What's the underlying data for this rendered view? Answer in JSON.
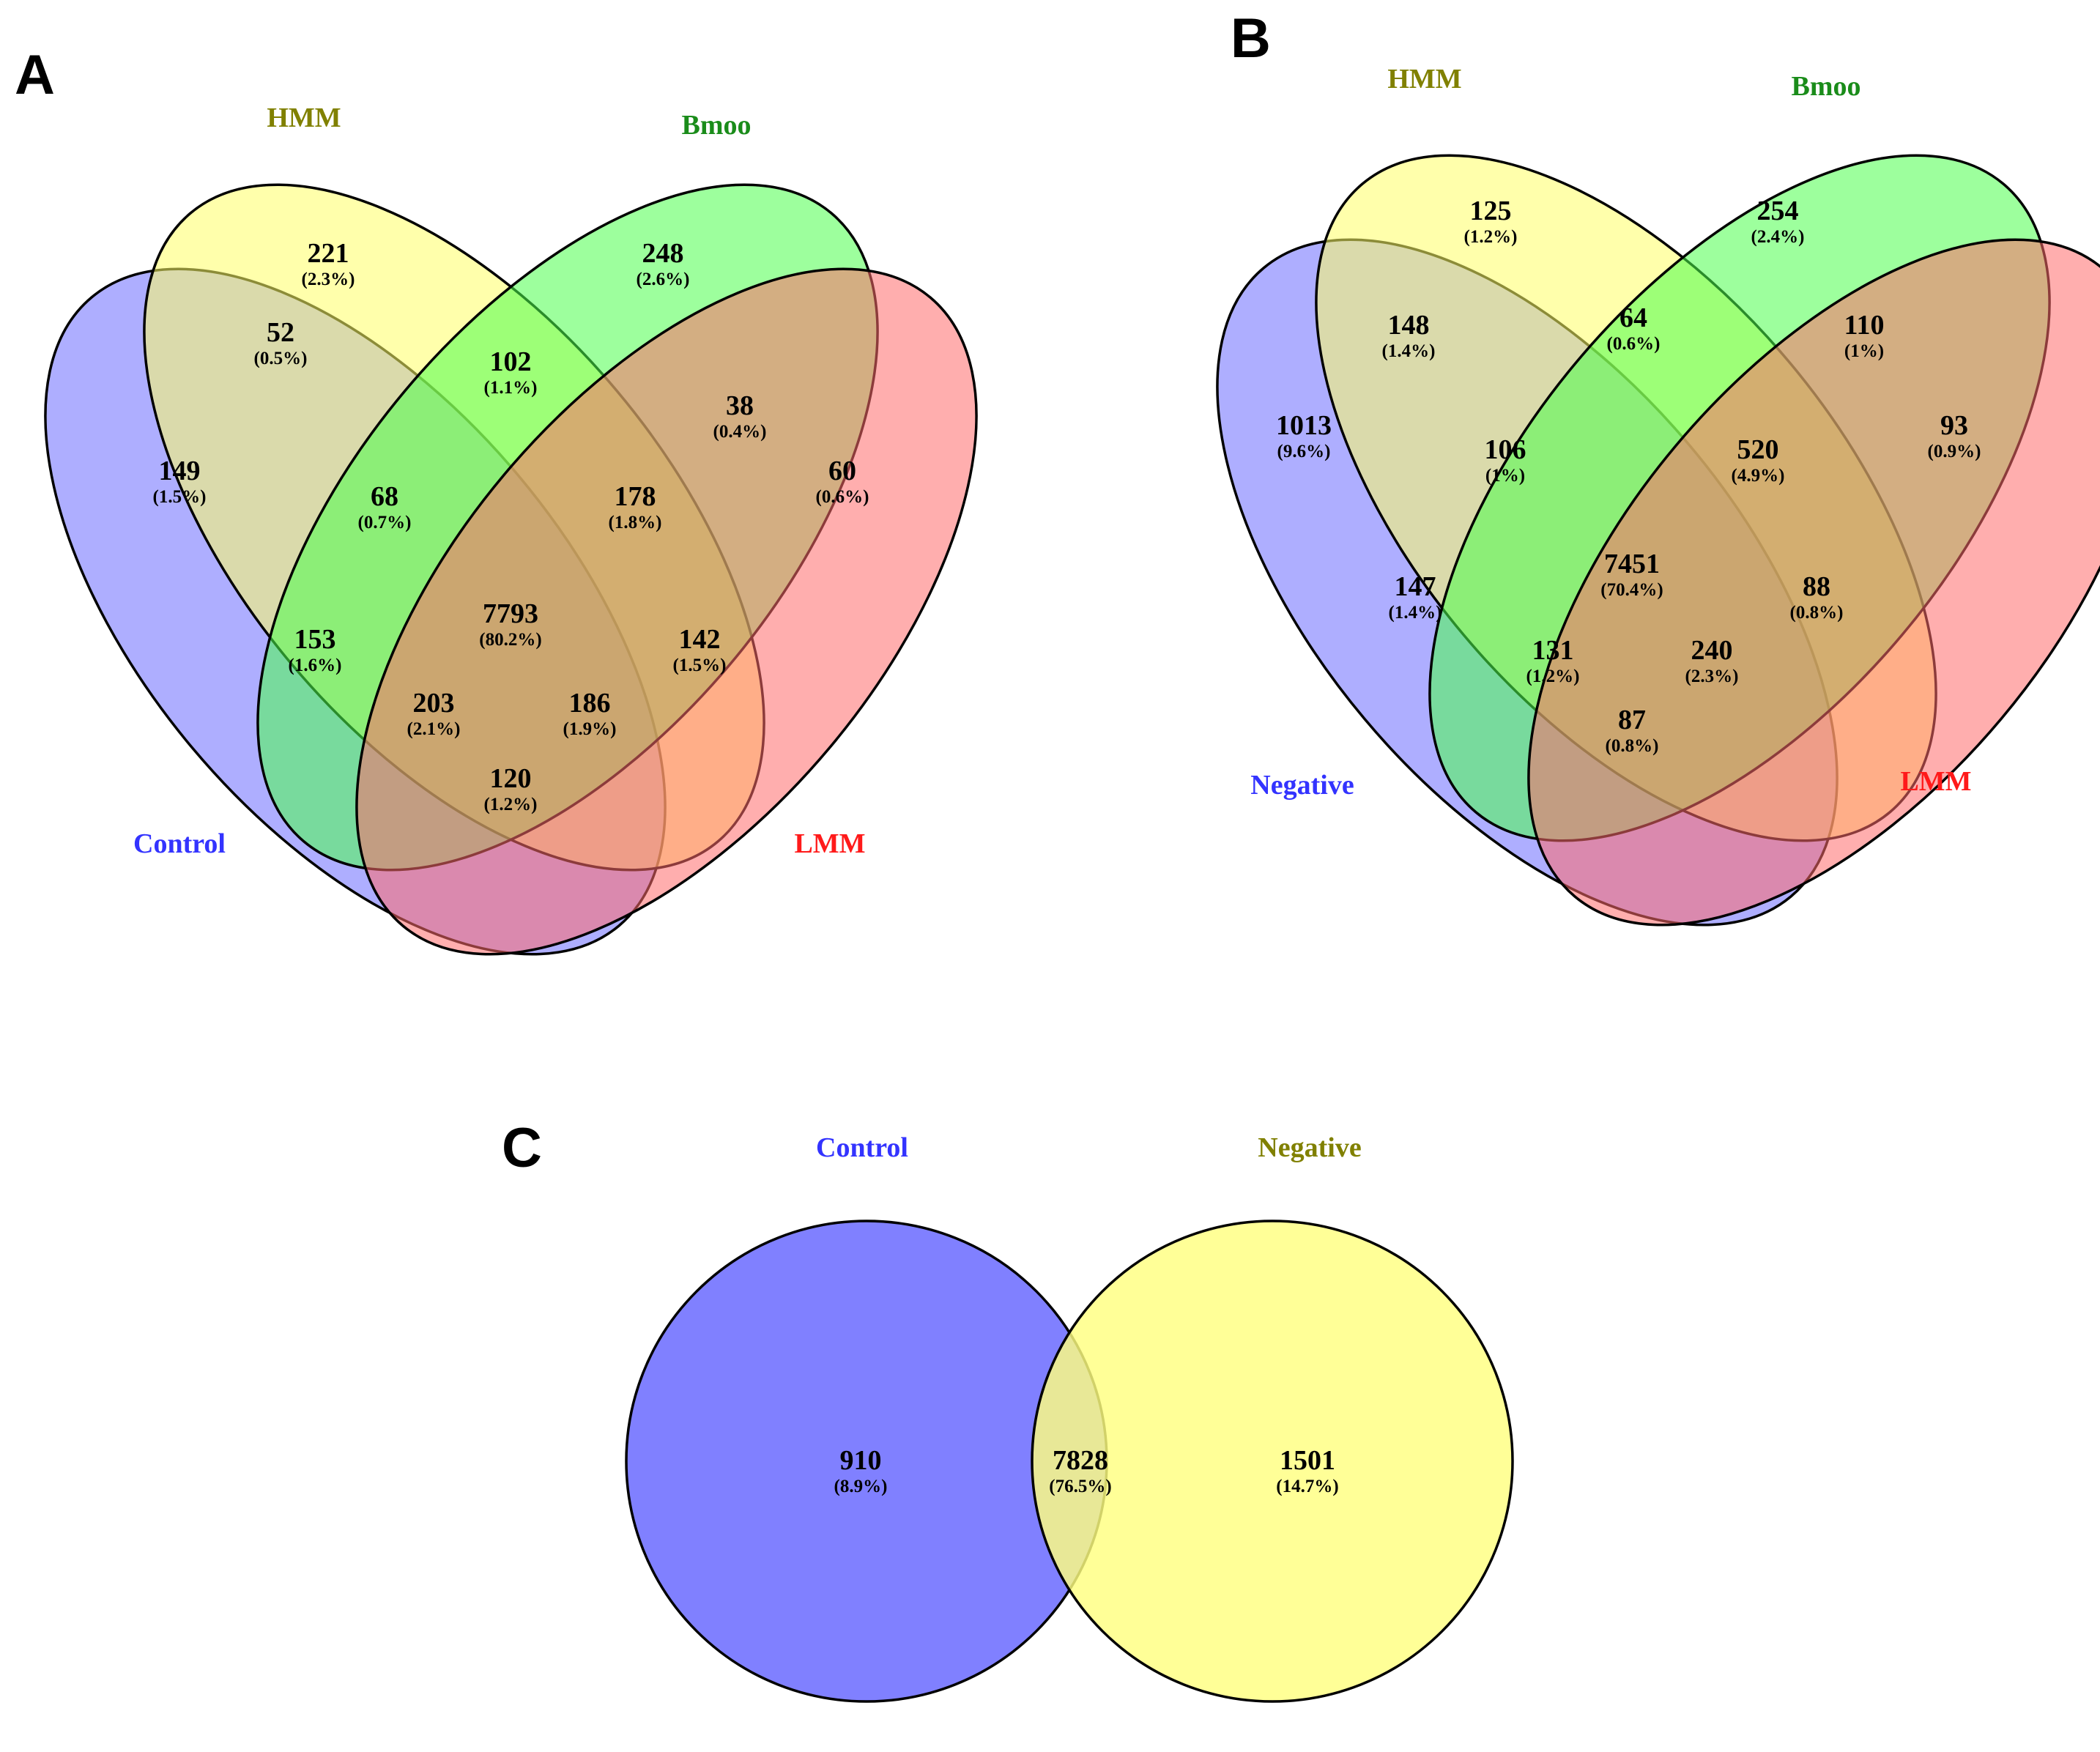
{
  "panels": [
    {
      "letter": "A",
      "sets": [
        {
          "name": "Control",
          "color": "#3333ff"
        },
        {
          "name": "HMM",
          "color": "#808000"
        },
        {
          "name": "Bmoo",
          "color": "#1a8c1a"
        },
        {
          "name": "LMM",
          "color": "#ff1a1a"
        }
      ],
      "fills": [
        "#6b6bff",
        "#ffff66",
        "#4dff4d",
        "#ff6b6b"
      ],
      "regions": [
        {
          "count": "221",
          "pct": "(2.3%)"
        },
        {
          "count": "248",
          "pct": "(2.6%)"
        },
        {
          "count": "52",
          "pct": "(0.5%)"
        },
        {
          "count": "102",
          "pct": "(1.1%)"
        },
        {
          "count": "38",
          "pct": "(0.4%)"
        },
        {
          "count": "149",
          "pct": "(1.5%)"
        },
        {
          "count": "68",
          "pct": "(0.7%)"
        },
        {
          "count": "178",
          "pct": "(1.8%)"
        },
        {
          "count": "60",
          "pct": "(0.6%)"
        },
        {
          "count": "7793",
          "pct": "(80.2%)"
        },
        {
          "count": "153",
          "pct": "(1.6%)"
        },
        {
          "count": "142",
          "pct": "(1.5%)"
        },
        {
          "count": "203",
          "pct": "(2.1%)"
        },
        {
          "count": "186",
          "pct": "(1.9%)"
        },
        {
          "count": "120",
          "pct": "(1.2%)"
        }
      ]
    },
    {
      "letter": "B",
      "sets": [
        {
          "name": "Negative",
          "color": "#3333ff"
        },
        {
          "name": "HMM",
          "color": "#808000"
        },
        {
          "name": "Bmoo",
          "color": "#1a8c1a"
        },
        {
          "name": "LMM",
          "color": "#ff1a1a"
        }
      ],
      "fills": [
        "#6b6bff",
        "#ffff66",
        "#4dff4d",
        "#ff6b6b"
      ],
      "regions": [
        {
          "count": "125",
          "pct": "(1.2%)"
        },
        {
          "count": "254",
          "pct": "(2.4%)"
        },
        {
          "count": "148",
          "pct": "(1.4%)"
        },
        {
          "count": "64",
          "pct": "(0.6%)"
        },
        {
          "count": "110",
          "pct": "(1%)"
        },
        {
          "count": "1013",
          "pct": "(9.6%)"
        },
        {
          "count": "106",
          "pct": "(1%)"
        },
        {
          "count": "520",
          "pct": "(4.9%)"
        },
        {
          "count": "93",
          "pct": "(0.9%)"
        },
        {
          "count": "7451",
          "pct": "(70.4%)"
        },
        {
          "count": "147",
          "pct": "(1.4%)"
        },
        {
          "count": "88",
          "pct": "(0.8%)"
        },
        {
          "count": "131",
          "pct": "(1.2%)"
        },
        {
          "count": "240",
          "pct": "(2.3%)"
        },
        {
          "count": "87",
          "pct": "(0.8%)"
        }
      ]
    },
    {
      "letter": "C",
      "sets": [
        {
          "name": "Control",
          "color": "#3333ff"
        },
        {
          "name": "Negative",
          "color": "#808000"
        }
      ],
      "fills": [
        "#8080ff",
        "#ffff80"
      ],
      "regions": [
        {
          "count": "910",
          "pct": "(8.9%)"
        },
        {
          "count": "7828",
          "pct": "(76.5%)"
        },
        {
          "count": "1501",
          "pct": "(14.7%)"
        }
      ]
    }
  ]
}
